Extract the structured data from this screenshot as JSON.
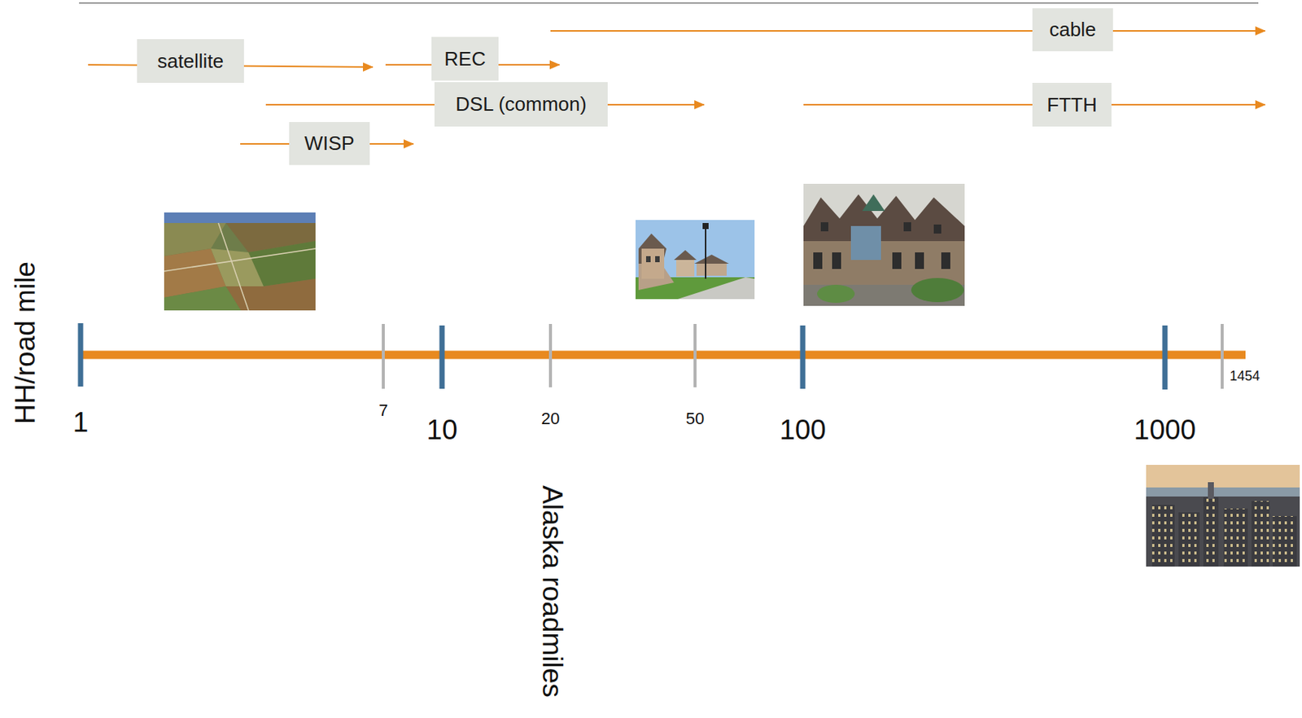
{
  "diagram": {
    "nodes": [
      {
        "text": [
          "cable"
        ]
      },
      {
        "text": [
          "satellite"
        ]
      },
      {
        "text": [
          "REC"
        ]
      },
      {
        "text": [
          "DSL (common)"
        ]
      },
      {
        "text": [
          "FTTH"
        ]
      },
      {
        "text": [
          "WISP"
        ]
      }
    ],
    "labels": [
      "HH/road mile",
      "1",
      "7",
      "10",
      "20",
      "50",
      "100",
      "1000",
      "1454",
      "Alaska roadmiles"
    ]
  }
}
